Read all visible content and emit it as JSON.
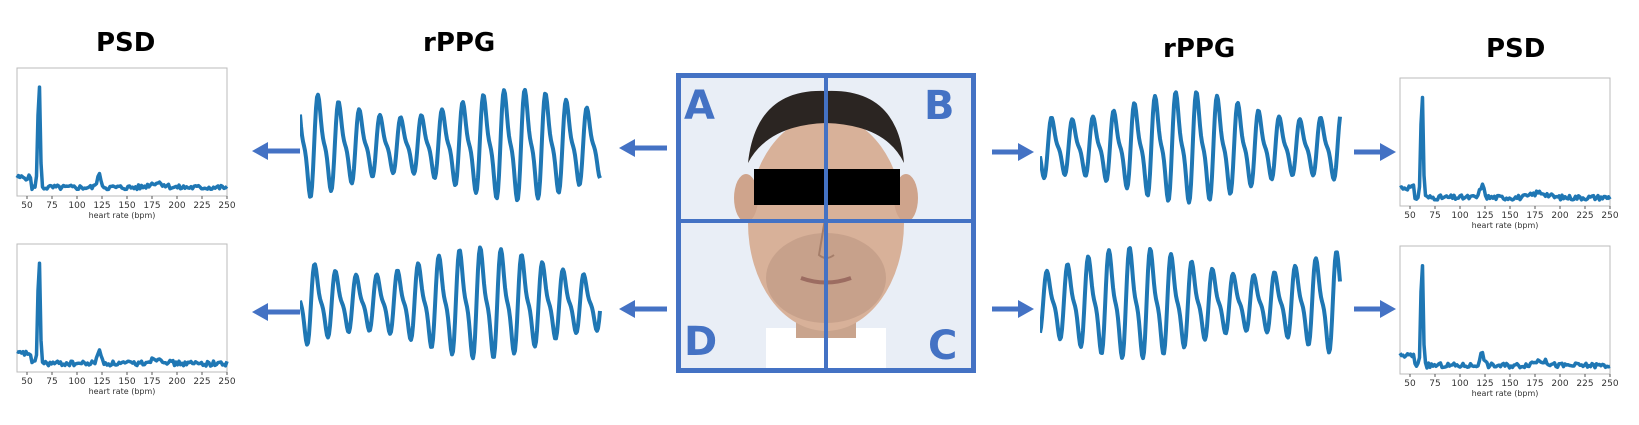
{
  "titles": {
    "left_psd": "PSD",
    "left_rppg": "rPPG",
    "right_rppg": "rPPG",
    "right_psd": "PSD"
  },
  "regions": {
    "a": "A",
    "b": "B",
    "c": "C",
    "d": "D"
  },
  "psd_plot": {
    "xlabel": "heart rate (bpm)",
    "xticks": [
      "50",
      "75",
      "100",
      "125",
      "150",
      "175",
      "200",
      "225",
      "250"
    ]
  },
  "colors": {
    "signal": "#1f77b4",
    "accent": "#4472c4"
  },
  "chart_data": [
    {
      "type": "line",
      "xlabel": "heart rate (bpm)",
      "xlim": [
        40,
        250
      ],
      "peak_x": 62,
      "secondary_peak_x": 122
    },
    {
      "type": "line",
      "xlabel": "heart rate (bpm)",
      "xlim": [
        40,
        250
      ],
      "peak_x": 62,
      "secondary_peak_x": 122
    },
    {
      "type": "line",
      "xlabel": "heart rate (bpm)",
      "xlim": [
        40,
        250
      ],
      "peak_x": 62,
      "secondary_peak_x": 122
    },
    {
      "type": "line",
      "xlabel": "heart rate (bpm)",
      "xlim": [
        40,
        250
      ],
      "peak_x": 62,
      "secondary_peak_x": 122
    }
  ]
}
